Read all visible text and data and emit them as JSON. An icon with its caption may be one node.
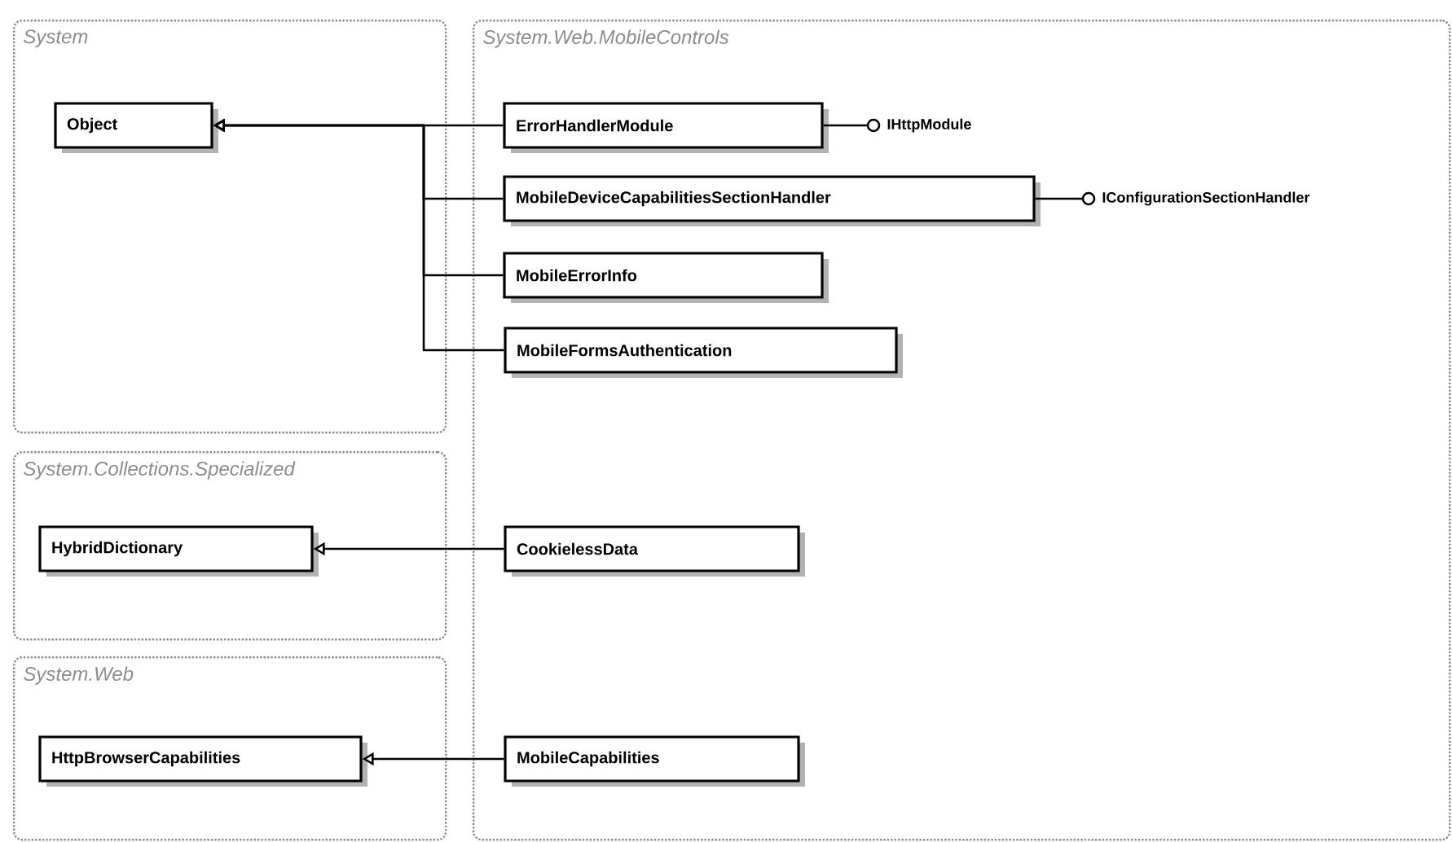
{
  "diagram": {
    "nodes": [
      {
        "text": [
          "System"
        ]
      },
      {
        "text": [
          "Object"
        ],
        "in": 0
      },
      {
        "text": [
          "System.Web.MobileControls"
        ]
      },
      {
        "text": [
          "ErrorHandlerModule"
        ],
        "in": 2
      },
      {
        "text": [
          "IHttpModule"
        ],
        "in": 2
      },
      {
        "text": [
          "MobileDeviceCapabilitiesSectionHandler"
        ],
        "in": 2
      },
      {
        "text": [
          "IConfigurationSectionHandler"
        ],
        "in": 2
      },
      {
        "text": [
          "MobileErrorInfo"
        ],
        "in": 2
      },
      {
        "text": [
          "MobileFormsAuthentication"
        ],
        "in": 2
      },
      {
        "text": [
          "System.Collections.Specialized"
        ]
      },
      {
        "text": [
          "HybridDictionary"
        ],
        "in": 9
      },
      {
        "text": [
          "CookielessData"
        ],
        "in": 2
      },
      {
        "text": [
          "System.Web"
        ]
      },
      {
        "text": [
          "HttpBrowserCapabilities"
        ],
        "in": 12
      },
      {
        "text": [
          "MobileCapabilities"
        ],
        "in": 2
      }
    ],
    "edges": [
      {
        "from": 3,
        "to": 1,
        "arrow": "to"
      },
      {
        "from": 5,
        "to": 1,
        "arrow": "to"
      },
      {
        "from": 7,
        "to": 1,
        "arrow": "to"
      },
      {
        "from": 8,
        "to": 1,
        "arrow": "to"
      },
      {
        "from": 3,
        "to": 4,
        "arrow": "other"
      },
      {
        "from": 5,
        "to": 6,
        "arrow": "other"
      },
      {
        "from": 11,
        "to": 10,
        "arrow": "to"
      },
      {
        "from": 14,
        "to": 13,
        "arrow": "to"
      }
    ]
  }
}
